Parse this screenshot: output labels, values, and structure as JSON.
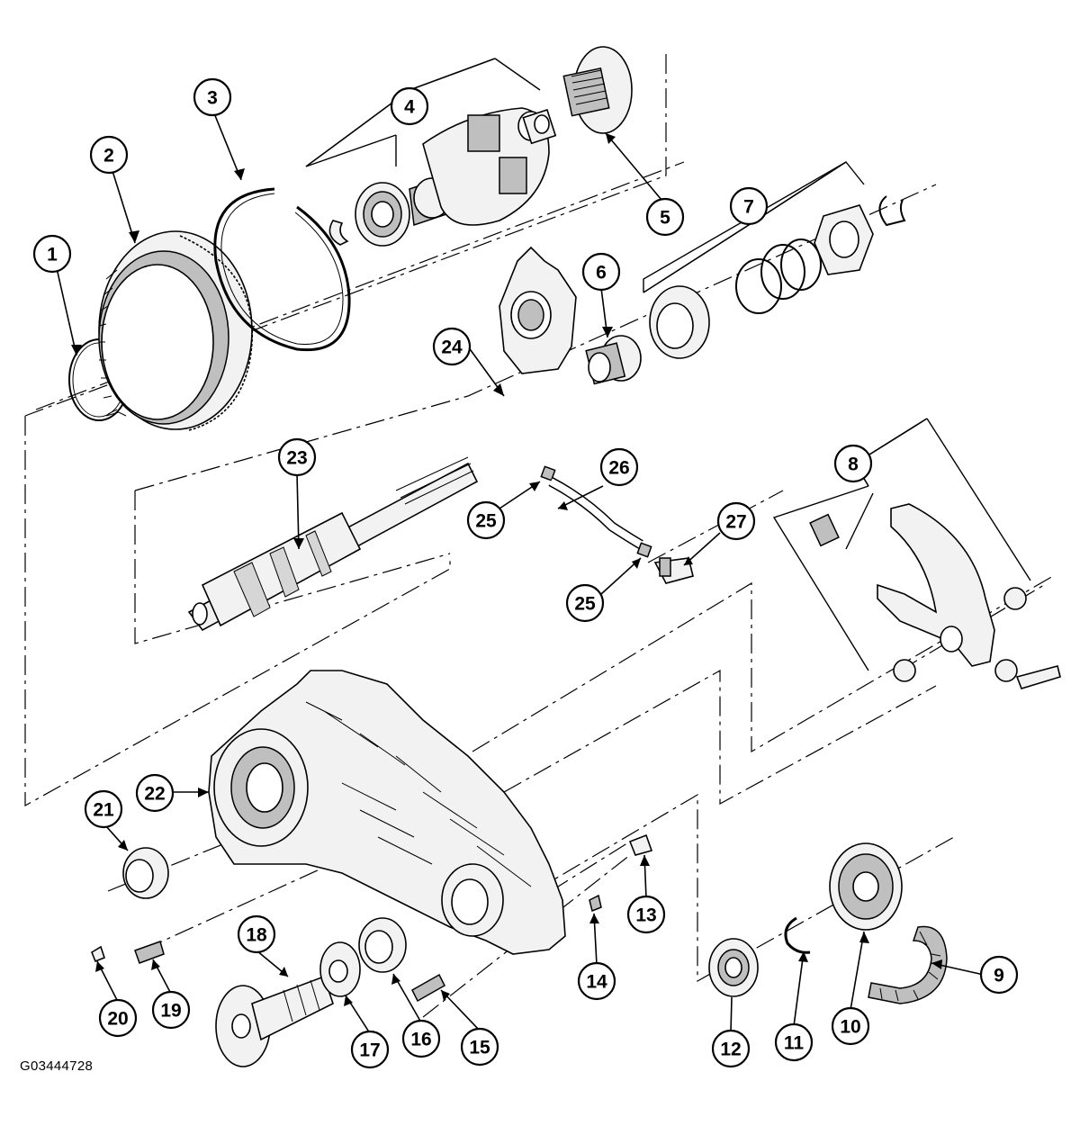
{
  "figure_id": "G03444728",
  "callouts": [
    {
      "id": "1",
      "label": "1"
    },
    {
      "id": "2",
      "label": "2"
    },
    {
      "id": "3",
      "label": "3"
    },
    {
      "id": "4",
      "label": "4"
    },
    {
      "id": "5",
      "label": "5"
    },
    {
      "id": "6",
      "label": "6"
    },
    {
      "id": "7",
      "label": "7"
    },
    {
      "id": "8",
      "label": "8"
    },
    {
      "id": "9",
      "label": "9"
    },
    {
      "id": "10",
      "label": "10"
    },
    {
      "id": "11",
      "label": "11"
    },
    {
      "id": "12",
      "label": "12"
    },
    {
      "id": "13",
      "label": "13"
    },
    {
      "id": "14",
      "label": "14"
    },
    {
      "id": "15",
      "label": "15"
    },
    {
      "id": "16",
      "label": "16"
    },
    {
      "id": "17",
      "label": "17"
    },
    {
      "id": "18",
      "label": "18"
    },
    {
      "id": "19",
      "label": "19"
    },
    {
      "id": "20",
      "label": "20"
    },
    {
      "id": "21",
      "label": "21"
    },
    {
      "id": "22",
      "label": "22"
    },
    {
      "id": "23",
      "label": "23"
    },
    {
      "id": "24",
      "label": "24"
    },
    {
      "id": "25a",
      "label": "25"
    },
    {
      "id": "25b",
      "label": "25"
    },
    {
      "id": "26",
      "label": "26"
    },
    {
      "id": "27",
      "label": "27"
    }
  ]
}
